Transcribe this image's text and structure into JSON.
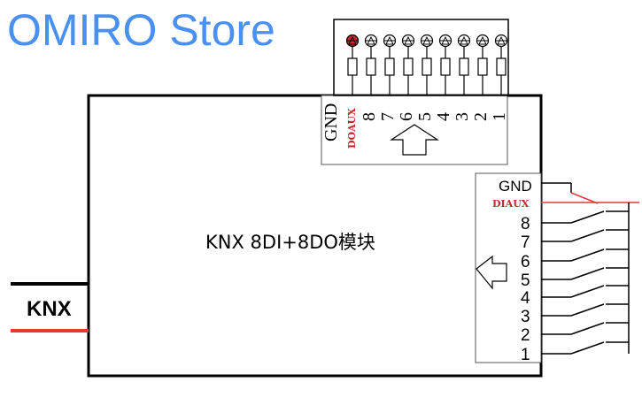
{
  "watermark": "OMIRO Store",
  "module": {
    "title": "KNX 8DI+8DO模块"
  },
  "bus": {
    "label": "KNX"
  },
  "output_terminal": {
    "gnd_label": "GND",
    "aux_label": "DOAUX",
    "channels": [
      "8",
      "7",
      "6",
      "5",
      "4",
      "3",
      "2",
      "1"
    ]
  },
  "input_terminal": {
    "gnd_label": "GND",
    "aux_label": "DIAUX",
    "channels": [
      "8",
      "7",
      "6",
      "5",
      "4",
      "3",
      "2",
      "1"
    ]
  },
  "colors": {
    "watermark": "#4a90f0",
    "bus_positive": "#e53935",
    "aux": "#c62828",
    "led_active": "#c62828",
    "line": "#000000"
  }
}
